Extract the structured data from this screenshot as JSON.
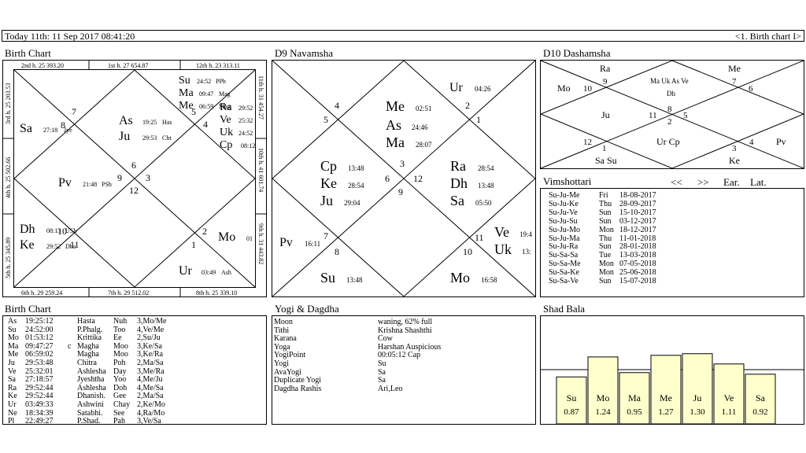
{
  "topbar": {
    "today": "Today 11th:  11 Sep 2017  08:41:20",
    "nav": "<1. Birth chart I>"
  },
  "titles": {
    "birth_chart": "Birth Chart",
    "d9": "D9 Navamsha",
    "d10": "D10 Dashamsha",
    "vimshottari": "Vimshottari",
    "birth_chart_table": "Birth Chart",
    "yogi": "Yogi & Dagdha",
    "shad_bala": "Shad Bala"
  },
  "rasi": {
    "houses_top": [
      "2nd h.  25  393.20",
      "1st h.  27  654.87",
      "12th h.  23  313.11"
    ],
    "houses_bottom": [
      "6th h.  29  259.24",
      "7th h.  29  512.02",
      "8th h.  25  339.10"
    ],
    "houses_left": [
      "3rd h.  25  203.53",
      "4th h.  25  502.66",
      "5th h.  25  345.89"
    ],
    "houses_right": [
      "11th h.  31  454.27",
      "10th h.  41  601.74",
      "9th h.  31  443.82"
    ],
    "signs": [
      "7",
      "8",
      "5",
      "4",
      "6",
      "9",
      "3",
      "12",
      "10",
      "11",
      "2",
      "1"
    ],
    "planets": [
      {
        "p": "Su",
        "d": "24:52",
        "n": "PPh"
      },
      {
        "p": "Ma",
        "d": "09:47",
        "n": "Mag"
      },
      {
        "p": "Me",
        "d": "06:59",
        "n": "Mag"
      },
      {
        "p": "Ra",
        "d": "29:52",
        "n": ""
      },
      {
        "p": "Ve",
        "d": "25:32",
        "n": ""
      },
      {
        "p": "Uk",
        "d": "24:52",
        "n": ""
      },
      {
        "p": "Cp",
        "d": "08:12",
        "n": ""
      },
      {
        "p": "As",
        "d": "19:25",
        "n": "Has"
      },
      {
        "p": "Ju",
        "d": "29:53",
        "n": "Cht"
      },
      {
        "p": "Sa",
        "d": "27:18",
        "n": "Jye"
      },
      {
        "p": "Pv",
        "d": "21:48",
        "n": "PSh"
      },
      {
        "p": "Dh",
        "d": "08:13",
        "n": "USh"
      },
      {
        "p": "Ke",
        "d": "29:52",
        "n": "Dha"
      },
      {
        "p": "Mo",
        "d": "01",
        "n": ""
      },
      {
        "p": "Ur",
        "d": "03:49",
        "n": "Ash"
      }
    ]
  },
  "d9": {
    "signs": [
      "4",
      "5",
      "2",
      "1",
      "3",
      "6",
      "12",
      "9",
      "7",
      "8",
      "11",
      "10"
    ],
    "planets": [
      {
        "p": "Ur",
        "d": "04:26"
      },
      {
        "p": "Me",
        "d": "02:51"
      },
      {
        "p": "As",
        "d": "24:46"
      },
      {
        "p": "Ma",
        "d": "28:07"
      },
      {
        "p": "Cp",
        "d": "13:48"
      },
      {
        "p": "Ke",
        "d": "28:54"
      },
      {
        "p": "Ju",
        "d": "29:04"
      },
      {
        "p": "Ra",
        "d": "28:54"
      },
      {
        "p": "Dh",
        "d": "13:48"
      },
      {
        "p": "Sa",
        "d": "05:50"
      },
      {
        "p": "Pv",
        "d": "16:11"
      },
      {
        "p": "Ve",
        "d": "19:4"
      },
      {
        "p": "Uk",
        "d": "13:"
      },
      {
        "p": "Su",
        "d": "13:48"
      },
      {
        "p": "Mo",
        "d": "16:58"
      }
    ]
  },
  "d10": {
    "labels": [
      "Ra",
      "Me",
      "Mo",
      "Ma Uk As Ve",
      "Dh",
      "Ju",
      "Ur Cp",
      "Pv",
      "Sa Su",
      "Ke"
    ],
    "signs": [
      "9",
      "10",
      "7",
      "6",
      "11",
      "8",
      "2",
      "5",
      "12",
      "1",
      "3",
      "4"
    ]
  },
  "vimshottari": {
    "nav": [
      "<<",
      ">>",
      "Ear.",
      "Lat."
    ],
    "rows": [
      [
        "Su-Ju-Me",
        "Fri",
        "18-08-2017"
      ],
      [
        "Su-Ju-Ke",
        "Thu",
        "28-09-2017"
      ],
      [
        "Su-Ju-Ve",
        "Sun",
        "15-10-2017"
      ],
      [
        "Su-Ju-Su",
        "Sun",
        "03-12-2017"
      ],
      [
        "Su-Ju-Mo",
        "Mon",
        "18-12-2017"
      ],
      [
        "Su-Ju-Ma",
        "Thu",
        "11-01-2018"
      ],
      [
        "Su-Ju-Ra",
        "Sun",
        "28-01-2018"
      ],
      [
        "Su-Sa-Sa",
        "Tue",
        "13-03-2018"
      ],
      [
        "Su-Sa-Me",
        "Mon",
        "07-05-2018"
      ],
      [
        "Su-Sa-Ke",
        "Mon",
        "25-06-2018"
      ],
      [
        "Su-Sa-Ve",
        "Sun",
        "15-07-2018"
      ]
    ]
  },
  "birth_table": [
    [
      "As",
      "19:25:12",
      "",
      "Hasta",
      "Nuh",
      "3,Mo/Me"
    ],
    [
      "Su",
      "24:52:00",
      "",
      "P.Phalg.",
      "Too",
      "4,Ve/Me"
    ],
    [
      "Mo",
      "01:53:12",
      "",
      "Krittika",
      "Ee",
      "2,Su/Ju"
    ],
    [
      "Ma",
      "09:47:27",
      "c",
      "Magha",
      "Moo",
      "3,Ke/Sa"
    ],
    [
      "Me",
      "06:59:02",
      "",
      "Magha",
      "Moo",
      "3,Ke/Ra"
    ],
    [
      "Ju",
      "29:53:48",
      "",
      "Chitra",
      "Poh",
      "2,Ma/Sa"
    ],
    [
      "Ve",
      "25:32:01",
      "",
      "Ashlesha",
      "Day",
      "3,Me/Ra"
    ],
    [
      "Sa",
      "27:18:57",
      "",
      "Jyeshtha",
      "Yoo",
      "4,Me/Ju"
    ],
    [
      "Ra",
      "29:52:44",
      "",
      "Ashlesha",
      "Doh",
      "4,Me/Sa"
    ],
    [
      "Ke",
      "29:52:44",
      "",
      "Dhanish.",
      "Gee",
      "2,Ma/Sa"
    ],
    [
      "Ur",
      "03:49:33",
      "",
      "Ashwini",
      "Chay",
      "2,Ke/Mo"
    ],
    [
      "Ne",
      "18:34:39",
      "",
      "Satabhi.",
      "See",
      "4,Ra/Mo"
    ],
    [
      "Pl",
      "22:49:27",
      "",
      "P.Shad.",
      "Pah",
      "3,Ve/Sa"
    ]
  ],
  "yogi": [
    [
      "Moon",
      "waning, 62% full"
    ],
    [
      "Tithi",
      "Krishna  Shashthi"
    ],
    [
      "Karana",
      "Cow"
    ],
    [
      "Yoga",
      "Harshan Auspicious"
    ],
    [
      "YogiPoint",
      "00:05:12 Cap"
    ],
    [
      "Yogi",
      "Su"
    ],
    [
      "AvaYogi",
      "Sa"
    ],
    [
      "Duplicate Yogi",
      "Sa"
    ],
    [
      "Dagdha Rashis",
      "Ari,Leo"
    ]
  ],
  "chart_data": {
    "type": "bar",
    "categories": [
      "Su",
      "Mo",
      "Ma",
      "Me",
      "Ju",
      "Ve",
      "Sa"
    ],
    "values": [
      0.87,
      1.24,
      0.95,
      1.27,
      1.3,
      1.11,
      0.92
    ],
    "ylim": [
      0,
      1.5
    ],
    "colors": {
      "bar_fill": "#ffffcc",
      "bar_stroke": "#000000"
    }
  }
}
